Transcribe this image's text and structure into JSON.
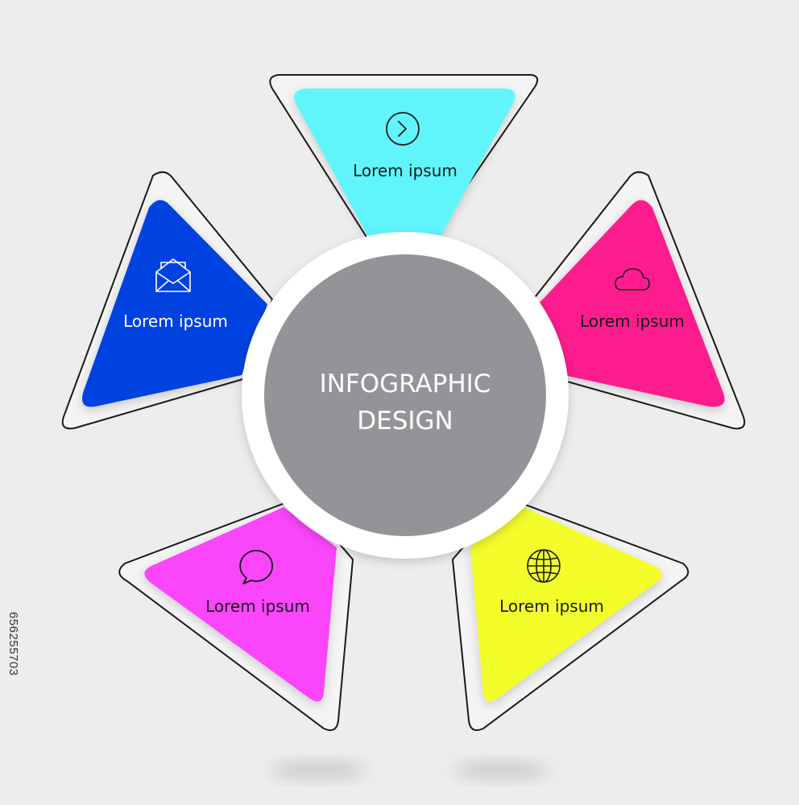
{
  "center": {
    "title_line1": "INFOGRAPHIC",
    "title_line2": "DESIGN"
  },
  "segments": [
    {
      "position": "top",
      "label": "Lorem ipsum",
      "icon": "arrow-right-circle-icon",
      "color": "#5ff5fb",
      "text_color": "#1a1a1a"
    },
    {
      "position": "upper-right",
      "label": "Lorem ipsum",
      "icon": "cloud-icon",
      "color": "#fd1a8e",
      "text_color": "#1a1a1a"
    },
    {
      "position": "lower-right",
      "label": "Lorem ipsum",
      "icon": "globe-icon",
      "color": "#f3fd2b",
      "text_color": "#1a1a1a"
    },
    {
      "position": "lower-left",
      "label": "Lorem ipsum",
      "icon": "speech-bubble-icon",
      "color": "#fa45fb",
      "text_color": "#1a1a1a"
    },
    {
      "position": "upper-left",
      "label": "Lorem ipsum",
      "icon": "envelope-icon",
      "color": "#0242e0",
      "text_color": "#ffffff"
    }
  ],
  "colors": {
    "background": "#ededed",
    "center_fill": "#939497",
    "ring": "#ffffff",
    "outline": "#1a1a1a"
  },
  "side_code": "656255703"
}
